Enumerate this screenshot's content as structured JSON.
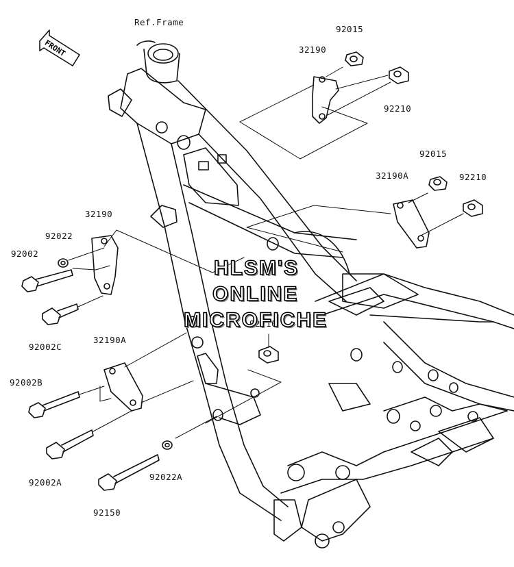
{
  "direction_label": "FRONT",
  "ref_label": "Ref.Frame",
  "part_labels": {
    "p92015_top": "92015",
    "p32190_top": "32190",
    "p92210_top": "92210",
    "p92015_mid": "92015",
    "p32190a_right": "32190A",
    "p92210_right": "92210",
    "p32190_left": "32190",
    "p92022": "92022",
    "p92002": "92002",
    "p92002c": "92002C",
    "p92210_center": "92210",
    "p32190a_left": "32190A",
    "p92002b": "92002B",
    "p92002a": "92002A",
    "p92022a": "92022A",
    "p92150": "92150"
  },
  "watermark": {
    "line1": "HLSM'S",
    "line2": "ONLINE",
    "line3": "MICROFICHE"
  },
  "colors": {
    "ink": "#111111",
    "background": "#ffffff"
  }
}
